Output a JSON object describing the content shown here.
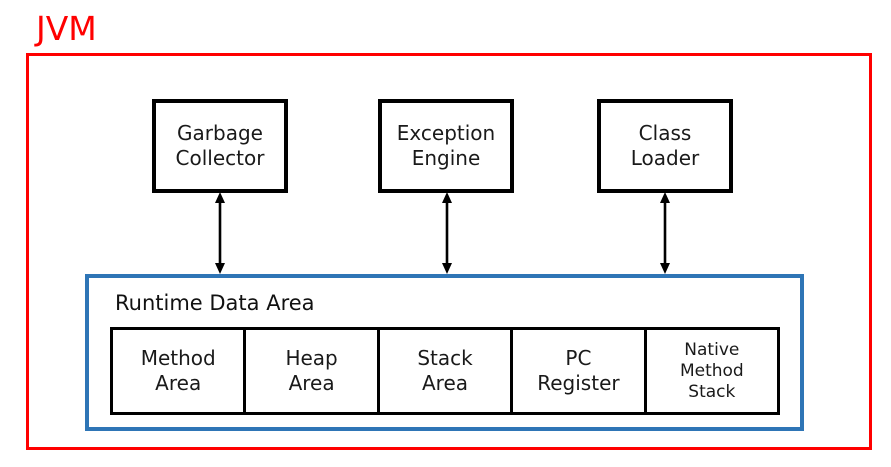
{
  "diagram": {
    "title": "JVM",
    "title_color": "#FF0000",
    "boundary_color": "#FF0000",
    "components": [
      {
        "id": "garbage-collector",
        "label": "Garbage\nCollector"
      },
      {
        "id": "exception-engine",
        "label": "Exception\nEngine"
      },
      {
        "id": "class-loader",
        "label": "Class\nLoader"
      }
    ],
    "connectors": [
      {
        "id": "arrow-garbage-collector",
        "from": "garbage-collector",
        "to": "runtime-data-area",
        "style": "double-headed"
      },
      {
        "id": "arrow-exception-engine",
        "from": "exception-engine",
        "to": "runtime-data-area",
        "style": "double-headed"
      },
      {
        "id": "arrow-class-loader",
        "from": "class-loader",
        "to": "runtime-data-area",
        "style": "double-headed"
      }
    ],
    "runtime_data_area": {
      "title": "Runtime Data Area",
      "border_color": "#2E75B6",
      "memory_areas": [
        {
          "id": "method-area",
          "label": "Method\nArea",
          "compact": false
        },
        {
          "id": "heap-area",
          "label": "Heap\nArea",
          "compact": false
        },
        {
          "id": "stack-area",
          "label": "Stack\nArea",
          "compact": false
        },
        {
          "id": "pc-register",
          "label": "PC\nRegister",
          "compact": false
        },
        {
          "id": "native-method-stack",
          "label": "Native\nMethod\nStack",
          "compact": true
        }
      ]
    }
  }
}
